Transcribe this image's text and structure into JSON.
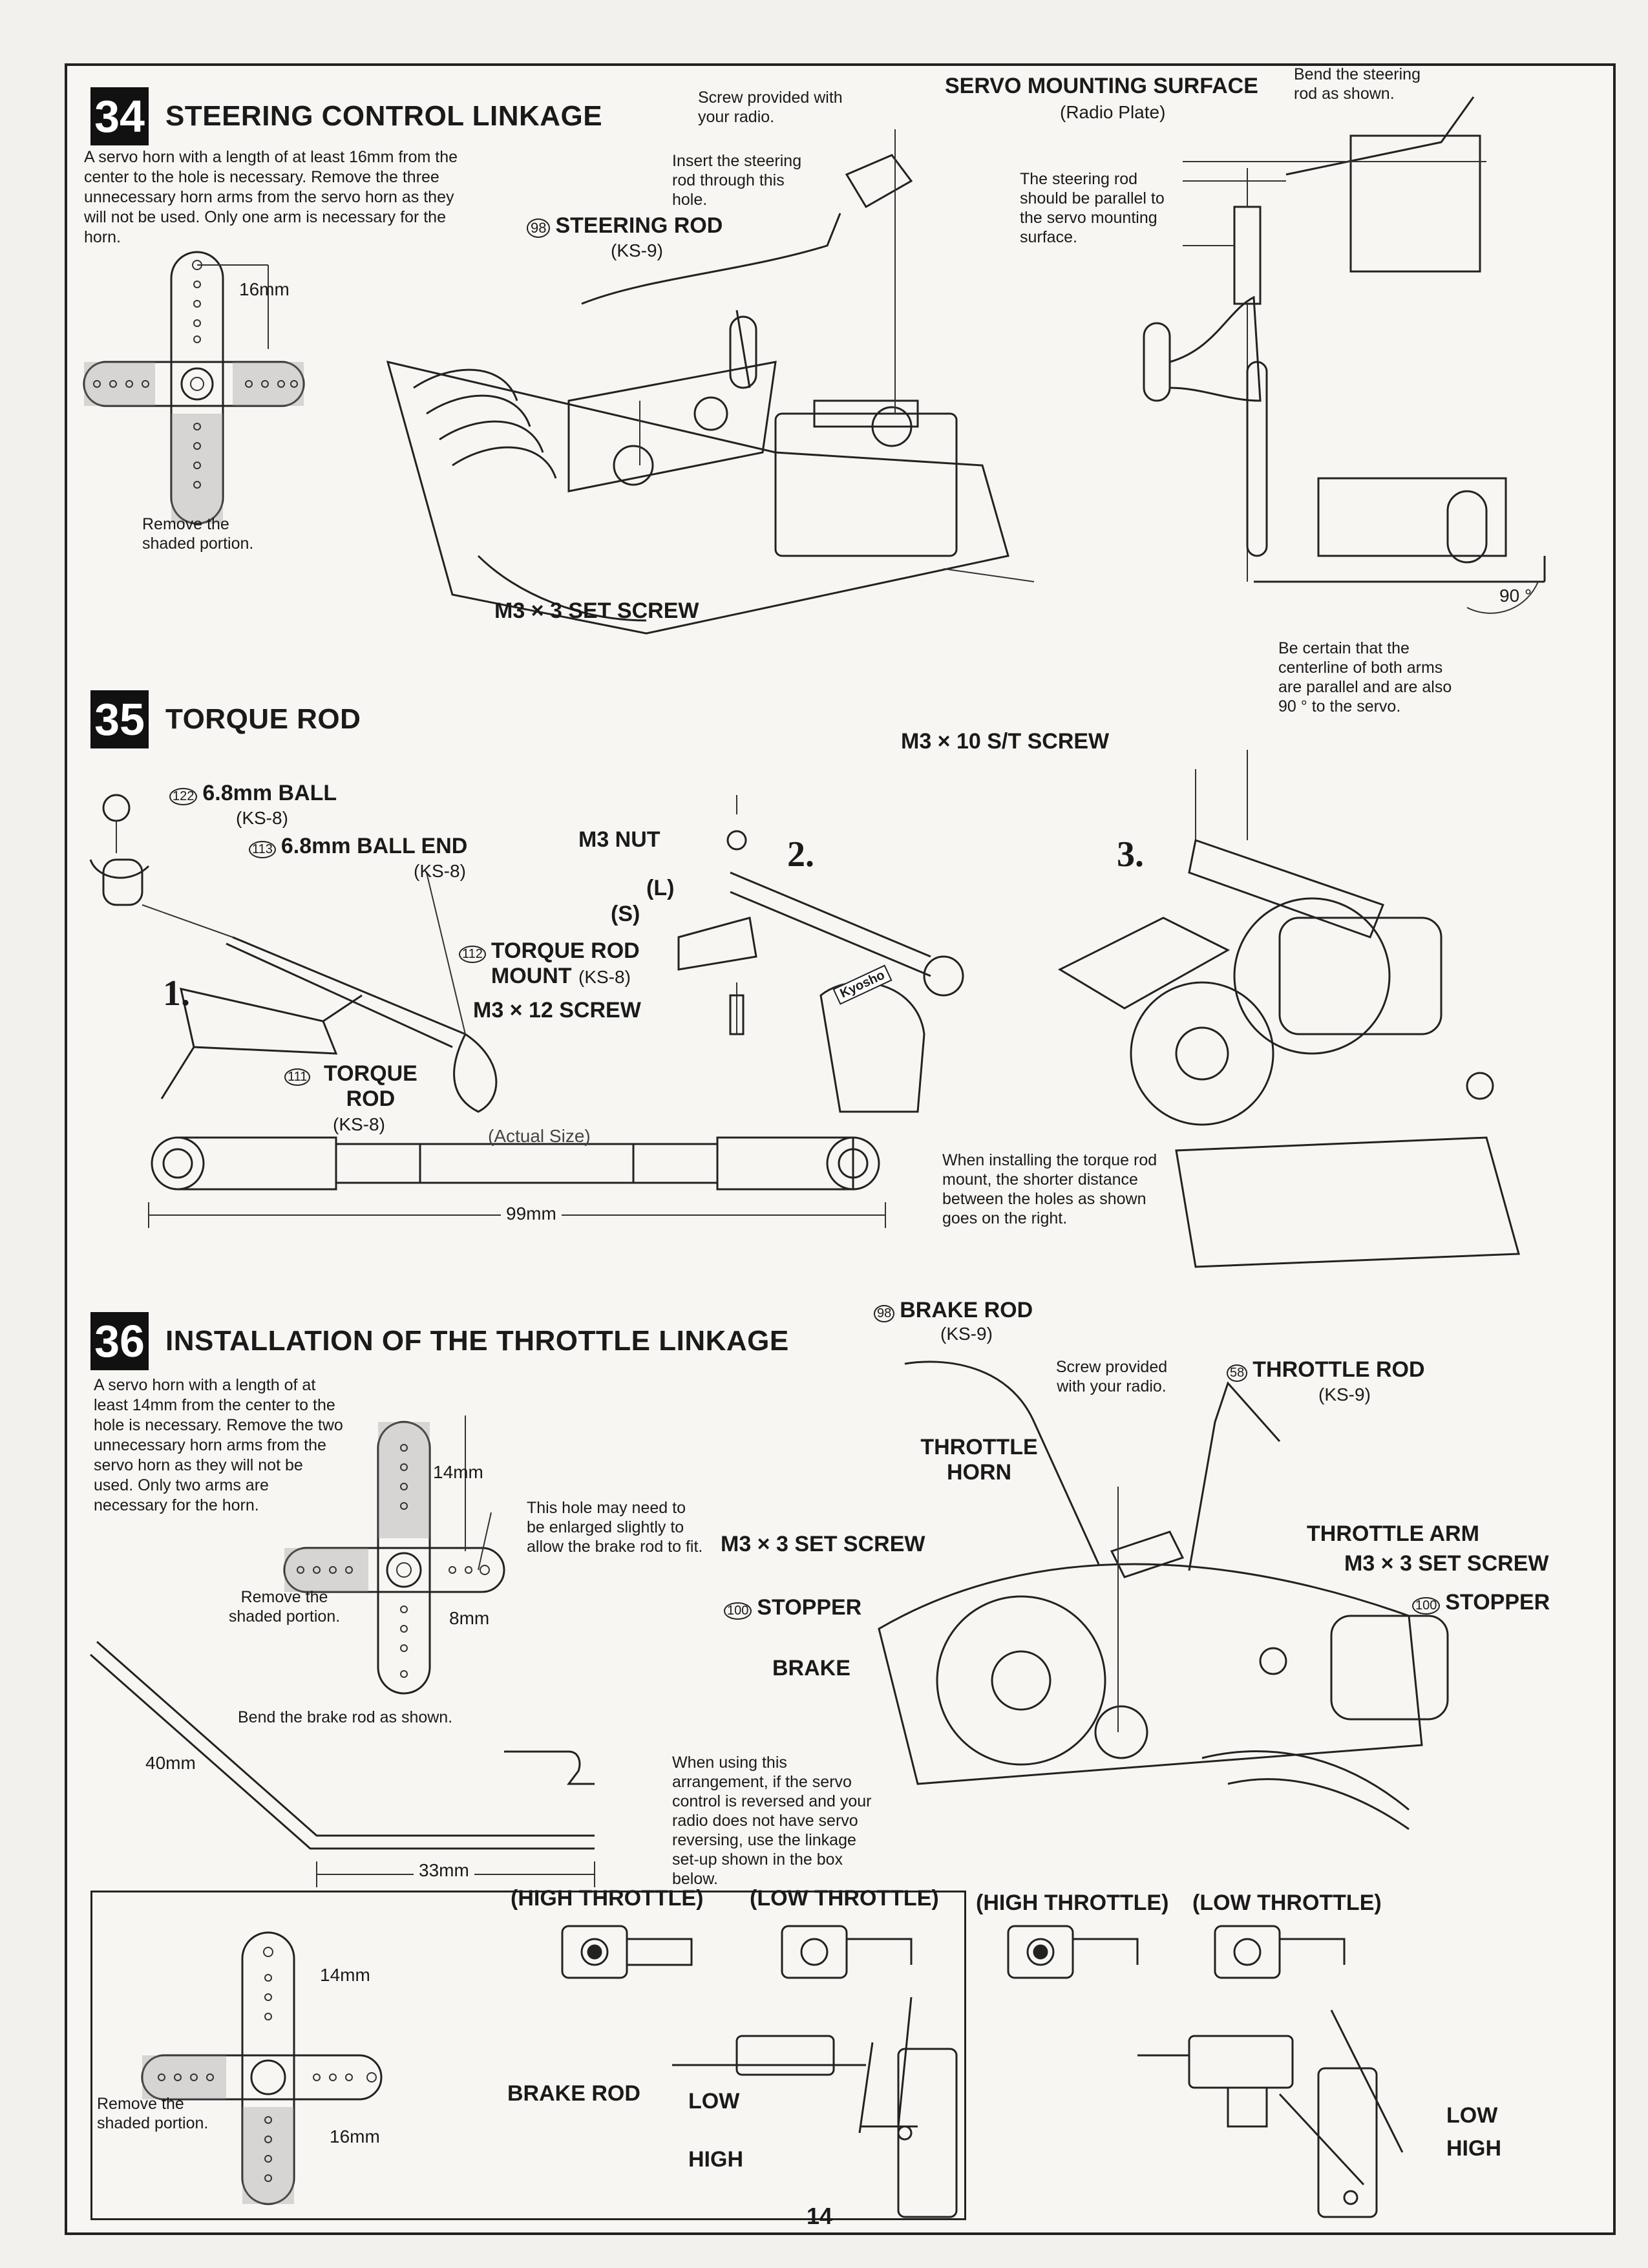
{
  "page_number": "14",
  "sec34": {
    "number": "34",
    "title": "STEERING CONTROL LINKAGE",
    "intro": "A servo horn with a length of at least 16mm from the center to the hole is necessary. Remove the three unnecessary horn arms from the servo horn as they will not be used. Only one arm is necessary for the horn.",
    "dim_16": "16mm",
    "remove_shaded": "Remove the shaded portion.",
    "screw_radio": "Screw provided with your radio.",
    "insert_rod": "Insert the steering rod through this hole.",
    "steering_rod_num": "98",
    "steering_rod": "STEERING ROD",
    "steering_rod_code": "(KS-9)",
    "set_screw": "M3 × 3 SET SCREW",
    "servo_surface": "SERVO MOUNTING SURFACE",
    "radio_plate": "(Radio Plate)",
    "bend_rod": "Bend the steering rod as shown.",
    "parallel_note": "The steering rod should be parallel to the servo mounting surface.",
    "angle": "90 °",
    "certain_note": "Be certain that the centerline of both arms are parallel and are also 90 ° to the servo."
  },
  "sec35": {
    "number": "35",
    "title": "TORQUE ROD",
    "ball_num": "122",
    "ball": "6.8mm BALL",
    "ball_code": "(KS-8)",
    "ball_end_num": "113",
    "ball_end": "6.8mm BALL END",
    "ball_end_code": "(KS-8)",
    "step1": "1.",
    "step2": "2.",
    "step3": "3.",
    "torque_rod_num": "111",
    "torque_rod": "TORQUE ROD",
    "torque_rod_code": "(KS-8)",
    "m3_nut": "M3 NUT",
    "l_mark": "(L)",
    "s_mark": "(S)",
    "mount_num": "112",
    "mount": "TORQUE ROD MOUNT",
    "mount_code": "(KS-8)",
    "m3_12": "M3 × 12 SCREW",
    "st_screw": "M3 × 10 S/T SCREW",
    "actual_size": "(Actual Size)",
    "dim_99": "99mm",
    "install_note": "When installing the torque rod mount, the shorter distance between the holes as shown goes on the right.",
    "mascot_text": "Kyosho"
  },
  "sec36": {
    "number": "36",
    "title": "INSTALLATION OF THE THROTTLE LINKAGE",
    "intro": "A servo horn with a length of at least 14mm from the center to the hole is necessary. Remove the two unnecessary horn arms from the servo horn as they will not be used. Only two arms are necessary for the horn.",
    "dim_14": "14mm",
    "dim_8": "8mm",
    "enlarge_note": "This hole may need to be enlarged slightly to allow the brake rod to fit.",
    "remove_shaded": "Remove the shaded portion.",
    "bend_brake": "Bend the brake rod as shown.",
    "dim_40": "40mm",
    "dim_33": "33mm",
    "brake_rod_num": "98",
    "brake_rod": "BRAKE ROD",
    "brake_rod_code": "(KS-9)",
    "screw_radio": "Screw provided with your radio.",
    "throttle_rod_num": "58",
    "throttle_rod": "THROTTLE ROD",
    "throttle_rod_code": "(KS-9)",
    "throttle_horn": "THROTTLE HORN",
    "set_screw_left": "M3 × 3 SET SCREW",
    "stopper_num": "100",
    "stopper": "STOPPER",
    "brake": "BRAKE",
    "throttle_arm": "THROTTLE ARM",
    "set_screw_right": "M3 × 3 SET SCREW",
    "stopper_right": "STOPPER",
    "reverse_note": "When using this arrangement, if the servo control is reversed and your radio does not have servo reversing, use the linkage set-up shown in the box below.",
    "high_throttle": "(HIGH THROTTLE)",
    "low_throttle": "(LOW THROTTLE)",
    "box_dim_14": "14mm",
    "box_dim_16": "16mm",
    "box_remove": "Remove the shaded portion.",
    "box_brake_rod": "BRAKE ROD",
    "low": "LOW",
    "high": "HIGH",
    "low_r": "LOW",
    "high_r": "HIGH"
  }
}
